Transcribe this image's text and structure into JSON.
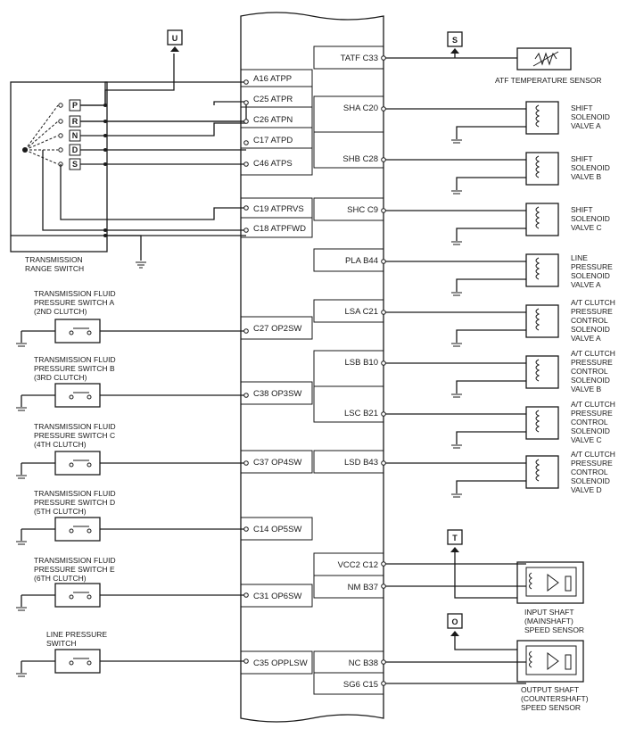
{
  "connectors": {
    "u": "U",
    "s": "S",
    "t": "T",
    "o": "O"
  },
  "range_positions": [
    "P",
    "R",
    "N",
    "D",
    "S"
  ],
  "left_pins": [
    "A16 ATPP",
    "C25 ATPR",
    "C26 ATPN",
    "C17 ATPD",
    "C46 ATPS",
    "C19 ATPRVS",
    "C18 ATPFWD",
    "C27 OP2SW",
    "C38 OP3SW",
    "C37 OP4SW",
    "C14 OP5SW",
    "C31 OP6SW",
    "C35 OPPLSW"
  ],
  "right_pins": [
    "TATF C33",
    "SHA C20",
    "SHB C28",
    "SHC C9",
    "PLA B44",
    "LSA C21",
    "LSB B10",
    "LSC B21",
    "LSD B43",
    "VCC2 C12",
    "NM B37",
    "NC B38",
    "SG6 C15"
  ],
  "labels": {
    "range_switch": [
      "TRANSMISSION",
      "RANGE SWITCH"
    ],
    "atf_sensor": [
      "ATF TEMPERATURE SENSOR"
    ],
    "sha": [
      "SHIFT",
      "SOLENOID",
      "VALVE A"
    ],
    "shb": [
      "SHIFT",
      "SOLENOID",
      "VALVE B"
    ],
    "shc": [
      "SHIFT",
      "SOLENOID",
      "VALVE C"
    ],
    "pla": [
      "LINE",
      "PRESSURE",
      "SOLENOID",
      "VALVE A"
    ],
    "lsa": [
      "A/T CLUTCH",
      "PRESSURE",
      "CONTROL",
      "SOLENOID",
      "VALVE A"
    ],
    "lsb": [
      "A/T CLUTCH",
      "PRESSURE",
      "CONTROL",
      "SOLENOID",
      "VALVE B"
    ],
    "lsc": [
      "A/T CLUTCH",
      "PRESSURE",
      "CONTROL",
      "SOLENOID",
      "VALVE C"
    ],
    "lsd": [
      "A/T CLUTCH",
      "PRESSURE",
      "CONTROL",
      "SOLENOID",
      "VALVE D"
    ],
    "op2": [
      "TRANSMISSION FLUID",
      "PRESSURE SWITCH A",
      "(2ND CLUTCH)"
    ],
    "op3": [
      "TRANSMISSION FLUID",
      "PRESSURE SWITCH B",
      "(3RD CLUTCH)"
    ],
    "op4": [
      "TRANSMISSION FLUID",
      "PRESSURE SWITCH C",
      "(4TH CLUTCH)"
    ],
    "op5": [
      "TRANSMISSION FLUID",
      "PRESSURE SWITCH D",
      "(5TH CLUTCH)"
    ],
    "op6": [
      "TRANSMISSION FLUID",
      "PRESSURE SWITCH E",
      "(6TH CLUTCH)"
    ],
    "oppl": [
      "LINE PRESSURE",
      "SWITCH"
    ],
    "input_shaft": [
      "INPUT SHAFT",
      "(MAINSHAFT)",
      "SPEED SENSOR"
    ],
    "output_shaft": [
      "OUTPUT SHAFT",
      "(COUNTERSHAFT)",
      "SPEED SENSOR"
    ]
  }
}
